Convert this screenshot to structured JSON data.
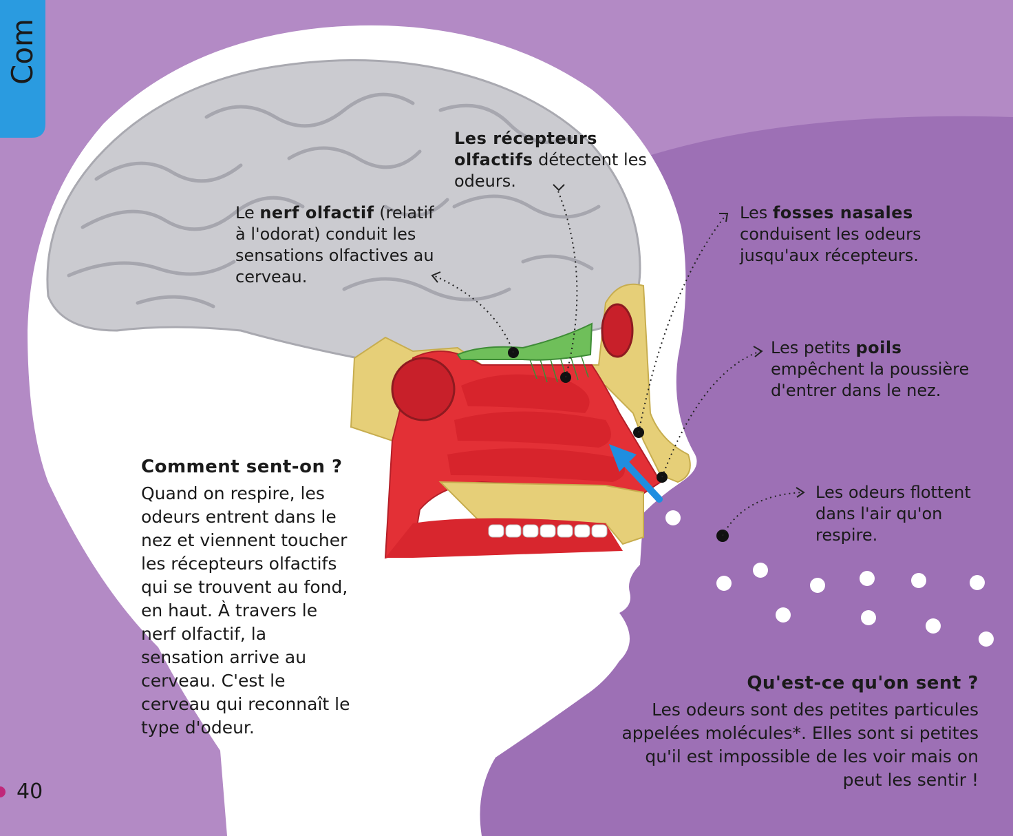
{
  "tab": {
    "text": "Com"
  },
  "page_number": "40",
  "labels": {
    "recepteurs": {
      "bold": "Les récepteurs olfactifs",
      "rest": " détectent les odeurs."
    },
    "nerf": {
      "prefix": "Le ",
      "bold": "nerf olfactif",
      "rest": " (relatif à l'odorat) conduit les sensations olfactives au cerveau."
    },
    "fosses": {
      "prefix": "Les ",
      "bold": "fosses nasales",
      "rest": " conduisent les odeurs jusqu'aux récepteurs."
    },
    "poils": {
      "prefix": "Les petits ",
      "bold": "poils",
      "rest": " empêchent la poussière d'entrer dans le nez."
    },
    "odeurs": {
      "text": "Les odeurs flottent dans l'air qu'on respire."
    }
  },
  "section_left": {
    "title": "Comment sent-on ?",
    "body": "Quand on respire, les odeurs entrent dans le nez et viennent toucher les récepteurs olfactifs qui se trouvent au fond, en haut. À travers le nerf olfactif, la sensation arrive au cerveau. C'est le cerveau qui reconnaît le type d'odeur."
  },
  "section_right": {
    "title": "Qu'est-ce qu'on sent ?",
    "body": "Les odeurs sont des petites particules appelées molécules*. Elles sont si petites qu'il est impossible de les voir mais on peut les sentir !"
  },
  "colors": {
    "background": "#b58bc6",
    "background_dark": "#9b6db3",
    "tab": "#2a9be0",
    "head": "#ffffff",
    "brain": "#cfcfd3",
    "tissue": "#e8323a",
    "bone": "#e9d27a",
    "nerve": "#6fbf5a",
    "arrow": "#1f8ee0"
  }
}
